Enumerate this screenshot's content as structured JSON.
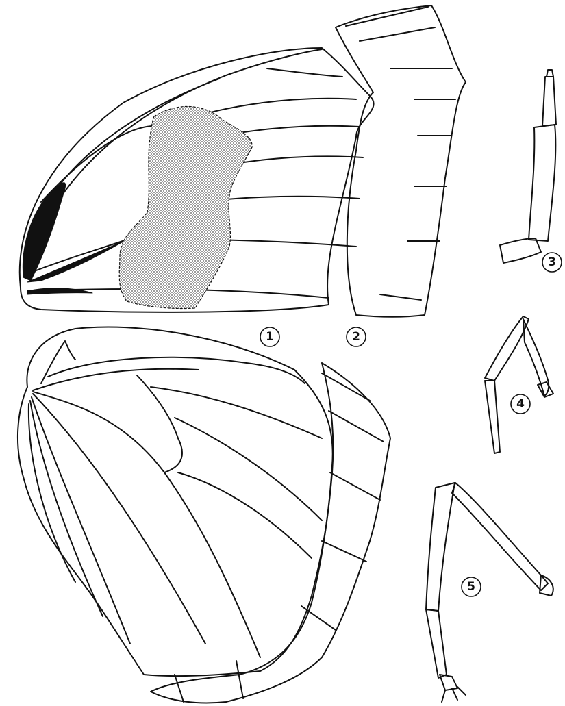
{
  "figure": {
    "labels": [
      {
        "id": "1",
        "text": "1"
      },
      {
        "id": "2",
        "text": "2"
      },
      {
        "id": "3",
        "text": "3"
      },
      {
        "id": "4",
        "text": "4"
      },
      {
        "id": "5",
        "text": "5"
      }
    ],
    "colors": {
      "ink": "#111111",
      "paper": "#ffffff",
      "stipple": "#9a9a9a"
    }
  }
}
